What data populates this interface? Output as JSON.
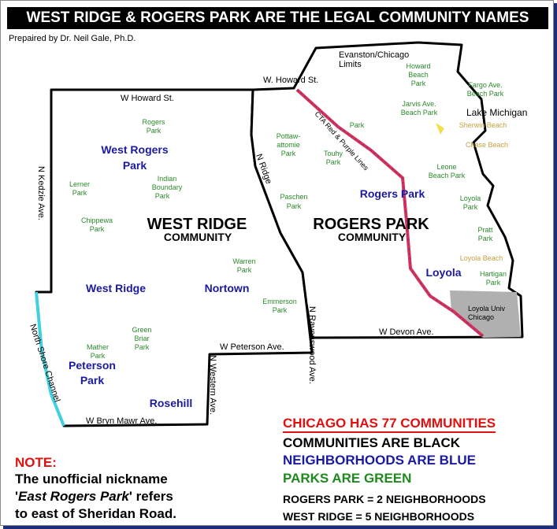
{
  "title": "WEST RIDGE & ROGERS PARK ARE THE LEGAL COMMUNITY NAMES",
  "credit": "Prepaired by Dr. Neil Gale, Ph.D.",
  "colors": {
    "community": "#000000",
    "neighborhood": "#1a1aa0",
    "park": "#2a8a2a",
    "beach": "#c8a040",
    "note": "#e01010",
    "cta_line": "#e03050",
    "channel": "#40d0e0",
    "university": "#b0b0b0"
  },
  "communities": {
    "west_ridge": {
      "name": "WEST RIDGE",
      "sub": "COMMUNITY"
    },
    "rogers_park": {
      "name": "ROGERS PARK",
      "sub": "COMMUNITY"
    }
  },
  "streets": {
    "howard_east": "W. Howard St.",
    "howard_west": "W Howard St.",
    "kedzie": "N Kedzie Ave.",
    "ridge": "N Ridge",
    "ravenswood": "N Ravenswood Ave.",
    "western": "N Western Ave.",
    "peterson": "W Peterson Ave.",
    "bryn_mawr": "W Bryn Mawr Ave.",
    "devon": "W Devon Ave.",
    "channel": "North Shore Channel",
    "cta": "CTA Red & Purple Lines",
    "evanston_1": "Evanston/Chicago",
    "evanston_2": "Limits",
    "lake": "Lake Michigan"
  },
  "neighborhoods": {
    "west_rogers_1": "West Rogers",
    "west_rogers_2": "Park",
    "west_ridge": "West Ridge",
    "nortown": "Nortown",
    "peterson_1": "Peterson",
    "peterson_2": "Park",
    "rosehill": "Rosehill",
    "rogers_park": "Rogers Park",
    "loyola": "Loyola"
  },
  "parks": {
    "rogers": [
      "Rogers",
      "Park"
    ],
    "indian": [
      "Indian",
      "Boundary",
      "Park"
    ],
    "lerner": [
      "Lerner",
      "Park"
    ],
    "chippewa": [
      "Chippewa",
      "Park"
    ],
    "warren": [
      "Warren",
      "Park"
    ],
    "emmerson": [
      "Emmerson",
      "Park"
    ],
    "green": [
      "Green",
      "Briar",
      "Park"
    ],
    "mather": [
      "Mather",
      "Park"
    ],
    "pottawattomie": [
      "Pottaw-",
      "attomie",
      "Park"
    ],
    "touhy": [
      "Touhy",
      "Park"
    ],
    "paschen": [
      "Paschen",
      "Park"
    ],
    "park": [
      "Park"
    ],
    "howard_beach": [
      "Howard",
      "Beach",
      "Park"
    ],
    "jarvis": [
      "Jarvis Ave.",
      "Beach Park"
    ],
    "fargo": [
      "Fargo Ave.",
      "Beach Park"
    ],
    "leone": [
      "Leone",
      "Beach Park"
    ],
    "loyola_park": [
      "Loyola",
      "Park"
    ],
    "pratt": [
      "Pratt",
      "Park"
    ],
    "hartigan": [
      "Hartigan",
      "Park"
    ]
  },
  "beaches": {
    "sherwin": "Sherwin Beach",
    "chase": "Chase Beach",
    "loyola": "Loyola Beach"
  },
  "university": [
    "Loyola Univ",
    "Chicago"
  ],
  "legend": {
    "chicago": "CHICAGO HAS 77 COMMUNITIES",
    "communities": "COMMUNITIES ARE BLACK",
    "neighborhoods": "NEIGHBORHOODS ARE BLUE",
    "parks": "PARKS ARE GREEN",
    "rogers_count": "ROGERS PARK = 2 NEIGHBORHOODS",
    "west_count": "WEST RIDGE = 5 NEIGHBORHOODS"
  },
  "note": {
    "title": "NOTE:",
    "line1": "The unofficial nickname",
    "quote_open": "'",
    "emph": "East Rogers Park",
    "line2_rest": "' refers",
    "line3": "to east of Sheridan Road."
  }
}
